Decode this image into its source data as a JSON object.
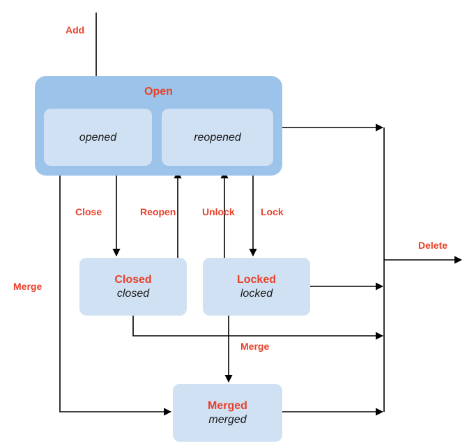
{
  "diagram": {
    "title": "",
    "colors": {
      "group_fill": "#9cc3e9",
      "state_fill": "#d0e1f3",
      "accent_red": "#e8402a",
      "text_dark": "#1a1a1a",
      "wire": "#000000",
      "background": "#ffffff"
    },
    "group": {
      "name": "Open",
      "substates": [
        {
          "id": "opened",
          "label": "opened"
        },
        {
          "id": "reopened",
          "label": "reopened"
        }
      ]
    },
    "states": [
      {
        "id": "closed",
        "title": "Closed",
        "subtitle": "closed"
      },
      {
        "id": "locked",
        "title": "Locked",
        "subtitle": "locked"
      },
      {
        "id": "merged",
        "title": "Merged",
        "subtitle": "merged"
      }
    ],
    "transitions": [
      {
        "id": "add",
        "label": "Add",
        "from": "start",
        "to": "opened"
      },
      {
        "id": "close",
        "label": "Close",
        "from": "open",
        "to": "closed"
      },
      {
        "id": "reopen",
        "label": "Reopen",
        "from": "closed",
        "to": "reopened"
      },
      {
        "id": "unlock",
        "label": "Unlock",
        "from": "locked",
        "to": "reopened"
      },
      {
        "id": "lock",
        "label": "Lock",
        "from": "open",
        "to": "locked"
      },
      {
        "id": "merge-left",
        "label": "Merge",
        "from": "open",
        "to": "merged"
      },
      {
        "id": "merge-center",
        "label": "Merge",
        "from": "locked",
        "to": "merged"
      },
      {
        "id": "delete",
        "label": "Delete",
        "from": "any",
        "to": "end"
      }
    ]
  }
}
